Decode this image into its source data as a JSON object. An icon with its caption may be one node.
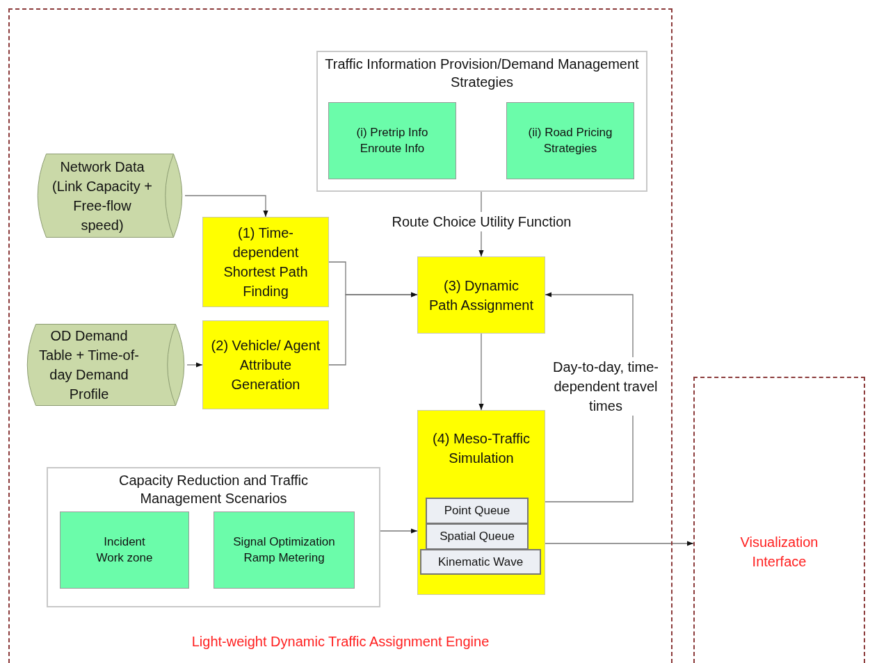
{
  "diagram": {
    "nodes": [
      {
        "text": [
          "Light-weight Dynamic Traffic Assignment Engine"
        ]
      },
      {
        "text": [
          "Traffic Information Provision/Demand Management Strategies"
        ],
        "in": 0
      },
      {
        "text": [
          "(i) Pretrip Info Enroute Info"
        ],
        "in": 1
      },
      {
        "text": [
          "(ii) Road Pricing Strategies"
        ],
        "in": 1
      },
      {
        "text": [
          "Network Data (Link Capacity + Free-flow speed)"
        ],
        "in": 0
      },
      {
        "text": [
          "(1) Time-dependent Shortest Path Finding"
        ],
        "in": 0
      },
      {
        "text": [
          "OD Demand Table + Time-of-day Demand Profile"
        ],
        "in": 0
      },
      {
        "text": [
          "(2) Vehicle/ Agent Attribute Generation"
        ],
        "in": 0
      },
      {
        "text": [
          "(3) Dynamic Path Assignment"
        ],
        "in": 0
      },
      {
        "text": [
          "(4) Meso-Traffic Simulation"
        ],
        "in": 0
      },
      {
        "text": [
          "Point Queue"
        ],
        "in": 9
      },
      {
        "text": [
          "Spatial Queue"
        ],
        "in": 9
      },
      {
        "text": [
          "Kinematic Wave"
        ],
        "in": 9
      },
      {
        "text": [
          "Capacity Reduction and Traffic Management Scenarios"
        ],
        "in": 0
      },
      {
        "text": [
          "Incident Work zone"
        ],
        "in": 13
      },
      {
        "text": [
          "Signal Optimization Ramp Metering"
        ],
        "in": 13
      },
      {
        "text": [
          "Visualization Interface"
        ]
      }
    ],
    "edges": [
      {
        "from": 4,
        "to": 5,
        "arrow": "to"
      },
      {
        "from": 6,
        "to": 7,
        "arrow": "to"
      },
      {
        "from": 5,
        "to": 8,
        "arrow": "to"
      },
      {
        "from": 7,
        "to": 8,
        "arrow": "to"
      },
      {
        "from": 1,
        "to": 8,
        "arrow": "to",
        "label": "Route Choice Utility Function"
      },
      {
        "from": 8,
        "to": 9,
        "arrow": "to"
      },
      {
        "from": 9,
        "to": 8,
        "arrow": "to",
        "label": "Day-to-day, time-dependent travel times"
      },
      {
        "from": 13,
        "to": 9,
        "arrow": "to"
      },
      {
        "from": 9,
        "to": 16,
        "arrow": "to"
      }
    ]
  }
}
